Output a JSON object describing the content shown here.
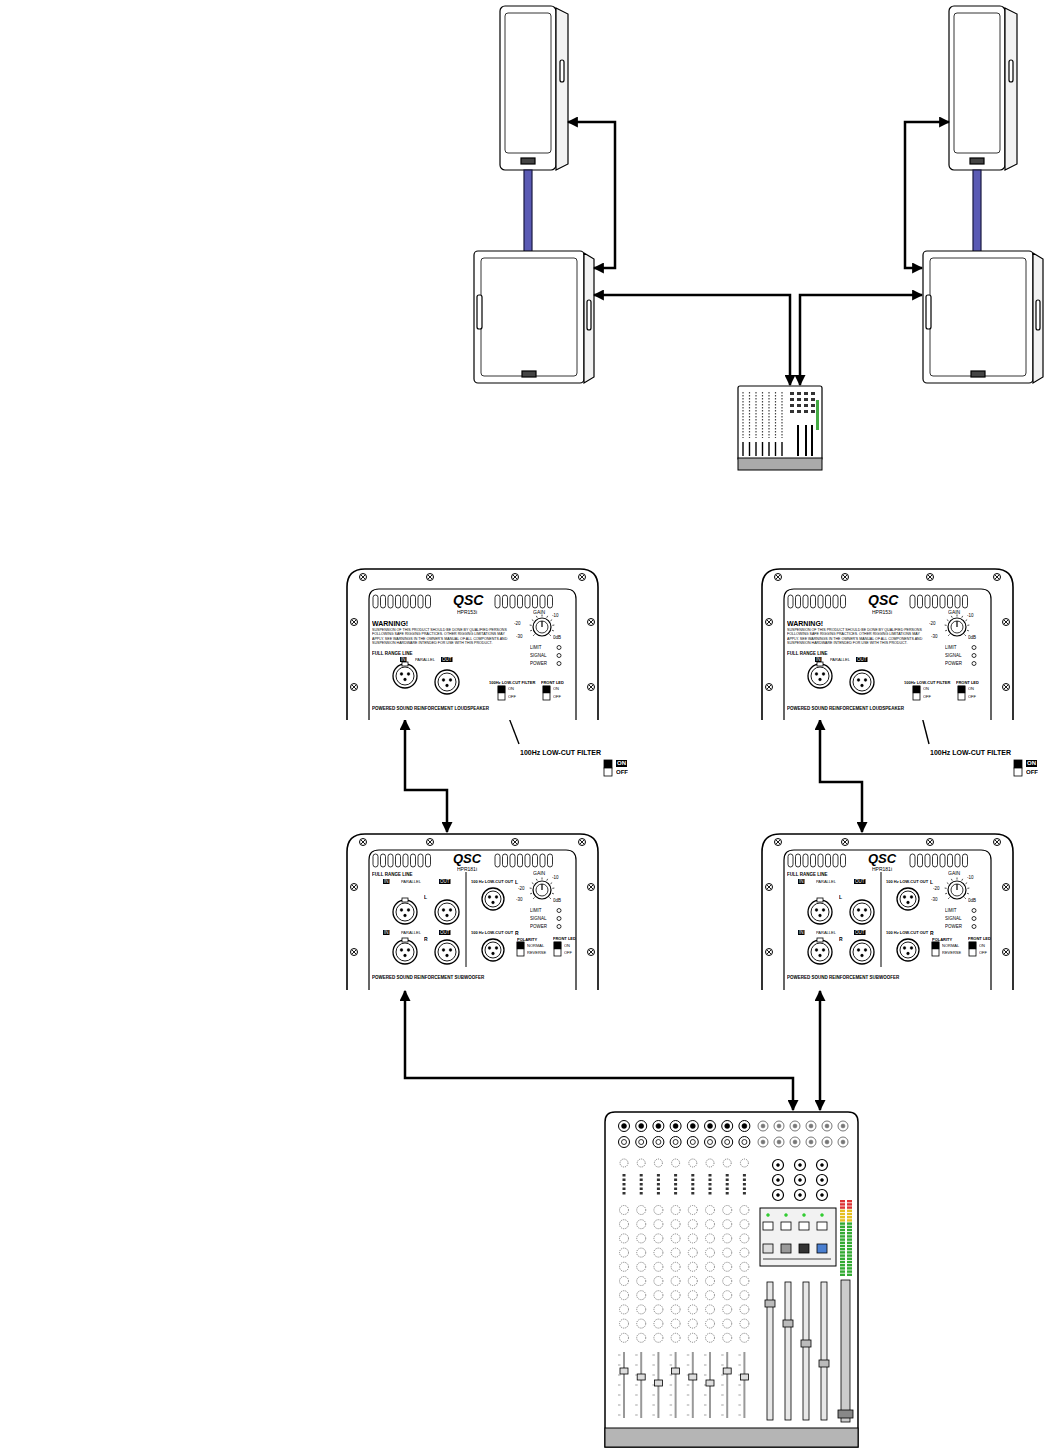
{
  "diagram": {
    "nodes": [
      {
        "text": [
          "QSC",
          "HPR153i",
          "WARNING!",
          "SUSPENSION OF THIS PRODUCT SHOULD BE DONE BY QUALIFIED PERSONS FOLLOWING SAFE RIGGING PRACTICES. OTHER RIGGING LIMITATIONS MAY APPLY. SEE WARNINGS IN THE OWNER'S MANUAL OF ALL COMPONENTS AND SUSPENSION HARDWARE INTENDED FOR USE WITH THIS PRODUCT.",
          "GAIN",
          "-10",
          "-20",
          "-30",
          "0dB",
          "LIMIT",
          "SIGNAL",
          "POWER",
          "FULL RANGE LINE",
          "IN",
          "PARALLEL",
          "OUT",
          "100Hz LOW-CUT FILTER",
          "ON",
          "OFF",
          "FRONT LED",
          "ON",
          "OFF",
          "POWERED SOUND REINFORCEMENT LOUDSPEAKER"
        ]
      },
      {
        "text": [
          "QSC",
          "HPR153i",
          "WARNING!",
          "SUSPENSION OF THIS PRODUCT SHOULD BE DONE BY QUALIFIED PERSONS FOLLOWING SAFE RIGGING PRACTICES. OTHER RIGGING LIMITATIONS MAY APPLY. SEE WARNINGS IN THE OWNER'S MANUAL OF ALL COMPONENTS AND SUSPENSION HARDWARE INTENDED FOR USE WITH THIS PRODUCT.",
          "GAIN",
          "-10",
          "-20",
          "-30",
          "0dB",
          "LIMIT",
          "SIGNAL",
          "POWER",
          "FULL RANGE LINE",
          "IN",
          "PARALLEL",
          "OUT",
          "100Hz LOW-CUT FILTER",
          "ON",
          "OFF",
          "FRONT LED",
          "ON",
          "OFF",
          "POWERED SOUND REINFORCEMENT LOUDSPEAKER"
        ]
      },
      {
        "text": [
          "QSC",
          "HPR181i",
          "FULL RANGE LINE",
          "IN",
          "PARALLEL",
          "OUT",
          "L",
          "IN",
          "PARALLEL",
          "OUT",
          "R",
          "100 Hz LOW-CUT OUT",
          "L",
          "100 Hz LOW-CUT OUT",
          "R",
          "GAIN",
          "-10",
          "-20",
          "-30",
          "0dB",
          "LIMIT",
          "SIGNAL",
          "POWER",
          "POLARITY",
          "NORMAL",
          "REVERSE",
          "FRONT LED",
          "ON",
          "OFF",
          "POWERED SOUND REINFORCEMENT SUBWOOFER"
        ]
      },
      {
        "text": [
          "QSC",
          "HPR181i",
          "FULL RANGE LINE",
          "IN",
          "PARALLEL",
          "OUT",
          "L",
          "IN",
          "PARALLEL",
          "OUT",
          "R",
          "100 Hz LOW-CUT OUT",
          "L",
          "100 Hz LOW-CUT OUT",
          "R",
          "GAIN",
          "-10",
          "-20",
          "-30",
          "0dB",
          "LIMIT",
          "SIGNAL",
          "POWER",
          "POLARITY",
          "NORMAL",
          "REVERSE",
          "FRONT LED",
          "ON",
          "OFF",
          "POWERED SOUND REINFORCEMENT SUBWOOFER"
        ]
      }
    ],
    "edges": [
      {
        "from": 0,
        "to": 2,
        "arrow": "both"
      },
      {
        "from": 1,
        "to": 3,
        "arrow": "both"
      }
    ],
    "labels": [
      "100Hz LOW-CUT FILTER",
      "ON",
      "OFF",
      "100Hz LOW-CUT FILTER",
      "ON",
      "OFF"
    ]
  }
}
